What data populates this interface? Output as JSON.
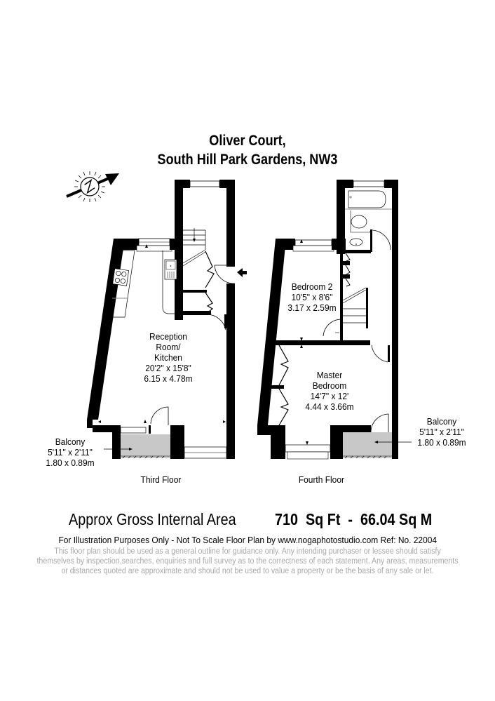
{
  "header": {
    "title_line1": "Oliver Court,",
    "title_line2": "South Hill Park Gardens, NW3"
  },
  "compass": {
    "icon": "north-compass-arrow-icon",
    "letter": "N"
  },
  "floors": [
    {
      "name": "Third Floor",
      "rooms": [
        {
          "name_lines": [
            "Reception",
            "Room/",
            "Kitchen"
          ],
          "imperial": "20'2\" x 15'8\"",
          "metric": "6.15 x 4.78m"
        },
        {
          "name_lines": [
            "Balcony"
          ],
          "imperial": "5'11\" x 2'11\"",
          "metric": "1.80 x 0.89m"
        }
      ],
      "entrance_icon": "entrance-arrow-icon"
    },
    {
      "name": "Fourth Floor",
      "rooms": [
        {
          "name_lines": [
            "Bedroom 2"
          ],
          "imperial": "10'5\" x 8'6\"",
          "metric": "3.17 x 2.59m"
        },
        {
          "name_lines": [
            "Master",
            "Bedroom"
          ],
          "imperial": "14'7\" x 12'",
          "metric": "4.44 x 3.66m"
        },
        {
          "name_lines": [
            "Balcony"
          ],
          "imperial": "5'11\" x 2'11\"",
          "metric": "1.80 x 0.89m"
        }
      ]
    }
  ],
  "footer": {
    "area_label": "Approx Gross Internal Area",
    "area_value": "710  Sq Ft  -  66.04 Sq M",
    "info_line": "For Illustration Purposes Only - Not To Scale   Floor Plan by www.nogaphotostudio.com   Ref: No. 22004",
    "disclaimer_lines": [
      "This floor plan should be used as a general outline for guidance only. Any intending purchaser or lessee should satisfy",
      "themselves by inspection,searches, enquiries and full survey as to the correctness of each statement. Any areas, measurements",
      "or distances quoted are approximate and should not be used to value a property or be the basis of any sale or let."
    ]
  },
  "colors": {
    "wall": "#000000",
    "balcony_fill": "#c8c8c8",
    "disclaimer_text": "#a8a8a8"
  }
}
